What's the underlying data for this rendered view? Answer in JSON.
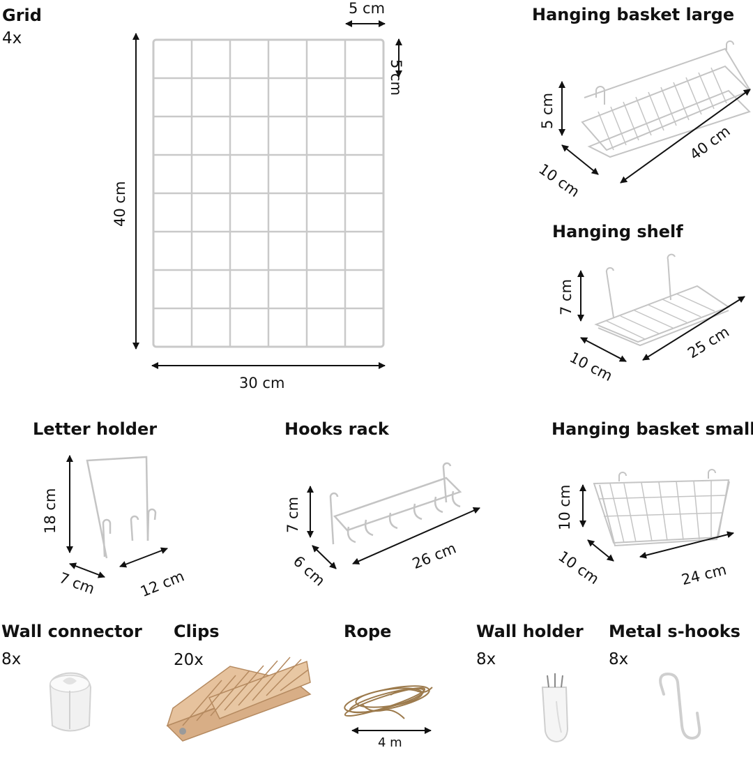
{
  "items": {
    "grid": {
      "title": "Grid",
      "qty": "4x",
      "cell_w": "5 cm",
      "cell_h": "5 cm",
      "height": "40 cm",
      "width": "30 cm"
    },
    "basket_large": {
      "title": "Hanging basket large",
      "height": "5 cm",
      "depth": "10 cm",
      "length": "40 cm"
    },
    "shelf": {
      "title": "Hanging shelf",
      "height": "7 cm",
      "depth": "10 cm",
      "length": "25 cm"
    },
    "letter_holder": {
      "title": "Letter holder",
      "height": "18 cm",
      "depth": "7 cm",
      "length": "12 cm"
    },
    "hooks_rack": {
      "title": "Hooks rack",
      "height": "7 cm",
      "depth": "6 cm",
      "length": "26 cm"
    },
    "basket_small": {
      "title": "Hanging basket small",
      "height": "10 cm",
      "depth": "10 cm",
      "length": "24 cm"
    },
    "wall_connector": {
      "title": "Wall connector",
      "qty": "8x"
    },
    "clips": {
      "title": "Clips",
      "qty": "20x"
    },
    "rope": {
      "title": "Rope",
      "length": "4 m"
    },
    "wall_holder": {
      "title": "Wall holder",
      "qty": "8x"
    },
    "s_hooks": {
      "title": "Metal s-hooks",
      "qty": "8x"
    }
  },
  "colors": {
    "wire": "#c9c9c9",
    "wood": "#dcb48e",
    "rope": "#9c7a4c",
    "arrow": "#111111"
  }
}
